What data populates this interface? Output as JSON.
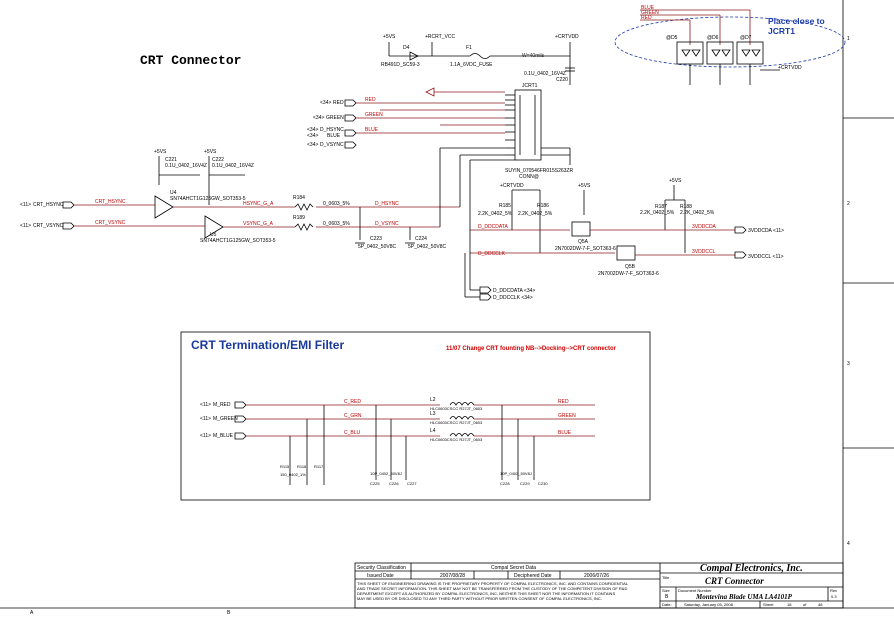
{
  "sheet": {
    "title": "CRT Connector",
    "emi_block_title": "CRT Termination/EMI Filter",
    "change_note": "11/07 Change CRT founting NB-->Docking-->CRT connector",
    "place_note_line1": "Place close to",
    "place_note_line2": "JCRT1"
  },
  "power": {
    "v5": "+5VS",
    "rcrt_vcc": "+RCRT_VCC",
    "crtvdd": "+CRTVDD",
    "fuse_label": "F1",
    "fuse_value": "1.1A_6VDC_FUSE",
    "current_note": "W=40mils",
    "diode_ref": "D4",
    "diode_part": "RB491D_SC59-3"
  },
  "connector": {
    "ref": "JCRT1",
    "part": "SUYIN_070546FR015S263ZR",
    "conn_label": "CONN@",
    "cap_c220": "C220",
    "cap_c220_value": "0.1U_0402_16V4Z"
  },
  "signals": {
    "red": "RED",
    "green": "GREEN",
    "blue": "BLUE",
    "d_hsync": "D_HSYNC",
    "d_vsync": "D_VSYNC",
    "crt_hsync": "CRT_HSYNC",
    "crt_vsync": "CRT_VSYNC",
    "hsync_g_a": "HSYNC_G_A",
    "vsync_g_a": "VSYNC_G_A",
    "d_ddcdata": "D_DDCDATA",
    "d_ddcclk": "D_DDCCLK",
    "v3_ddcda": "3VDDCDA",
    "v3_ddccl": "3VDDCCL",
    "m_red": "M_RED",
    "m_green": "M_GREEN",
    "m_blue": "M_BLUE",
    "c_red": "C_RED",
    "c_grn": "C_GRN",
    "c_blu": "C_BLU",
    "red_flag": "RED",
    "green_flag": "GREEN",
    "blue_flag": "BLUE",
    "blue_in": "BLUE",
    "green_in": "GREEN",
    "red_in": "RED"
  },
  "offpage": {
    "p34": "<34>",
    "p11": "<11>",
    "ddcdata_34": "D_DDCDATA <34>",
    "ddcclk_34": "D_DDCCLK <34>",
    "ddcda_11": "3VDDCDA <11>",
    "ddccl_11": "3VDDCCL <11>"
  },
  "parts": {
    "u4": "U4",
    "u5": "U5",
    "u4_part": "SN74AHCT1G125GW_SOT353-5",
    "u5_part": "SN74AHCT1G125GW_SOT353-5",
    "c221": "C221",
    "c222": "C222",
    "c221_val": "0.1U_0402_16V4Z",
    "c222_val": "0.1U_0402_16V4Z",
    "r184": "R184",
    "r189": "R189",
    "r_series_val": "0_0603_5%",
    "c223": "C223",
    "c224": "C224",
    "c_sync_val": "5P_0402_50V8C",
    "r185": "R185",
    "r186": "R186",
    "r187": "R187",
    "r188": "R188",
    "r_pull_val": "2.2K_0402_5%",
    "q5a": "Q5A",
    "q5b": "Q5B",
    "q_part": "2N7002DW-7-F_SOT363-6",
    "d5": "@D5",
    "d6": "@D6",
    "d7": "@D7",
    "l2": "L2",
    "l3": "L3",
    "l4": "L4",
    "l_part": "HLC0603CSCC R27JT_0603",
    "r115": "R115",
    "r116": "R116",
    "r117": "R117",
    "r_term_val": "150_0402_1%",
    "c225": "C225",
    "c226": "C226",
    "c227": "C227",
    "c228": "C228",
    "c229": "C229",
    "c230": "C230",
    "c_emi_val": "10P_0402_50V8J"
  },
  "title_block": {
    "security_label": "Security Classification",
    "secret": "Compal Secret Data",
    "issued_label": "Issued Date",
    "issued_date": "2007/08/28",
    "deciphered_label": "Deciphered Date",
    "deciphered_date": "2006/07/26",
    "company": "Compal Electronics, Inc.",
    "title_label": "Title",
    "sheet_title": "CRT Connector",
    "size_label": "Size",
    "size": "B",
    "document_label": "Document Number",
    "document": "Montevina Blade UMA LA4101P",
    "rev_label": "Rev",
    "rev": "0.3",
    "date_label": "Date:",
    "date": "Saturday, January 05, 2008",
    "sheet_label": "Sheet",
    "sheet_no": "18",
    "of_label": "of",
    "sheet_total": "48",
    "disclaimer1": "THIS SHEET OF ENGINEERING DRAWING IS THE PROPRIETARY PROPERTY OF COMPAL ELECTRONICS, INC. AND CONTAINS CONFIDENTIAL",
    "disclaimer2": "AND TRADE SECRET INFORMATION. THIS SHEET MAY NOT BE TRANSFERRED FROM THE CUSTODY OF THE COMPETENT DIVISION OF R&D",
    "disclaimer3": "DEPARTMENT EXCEPT AS AUTHORIZED BY COMPAL ELECTRONICS, INC. NEITHER THIS SHEET NOR THE INFORMATION IT CONTAINS",
    "disclaimer4": "MAY BE USED BY OR DISCLOSED TO ANY THIRD PARTY WITHOUT PRIOR WRITTEN CONSENT OF COMPAL ELECTRONICS, INC."
  },
  "border": {
    "col_a": "A",
    "col_b": "B",
    "col_4": "4",
    "col_3": "3",
    "col_2": "2",
    "col_1": "1"
  }
}
